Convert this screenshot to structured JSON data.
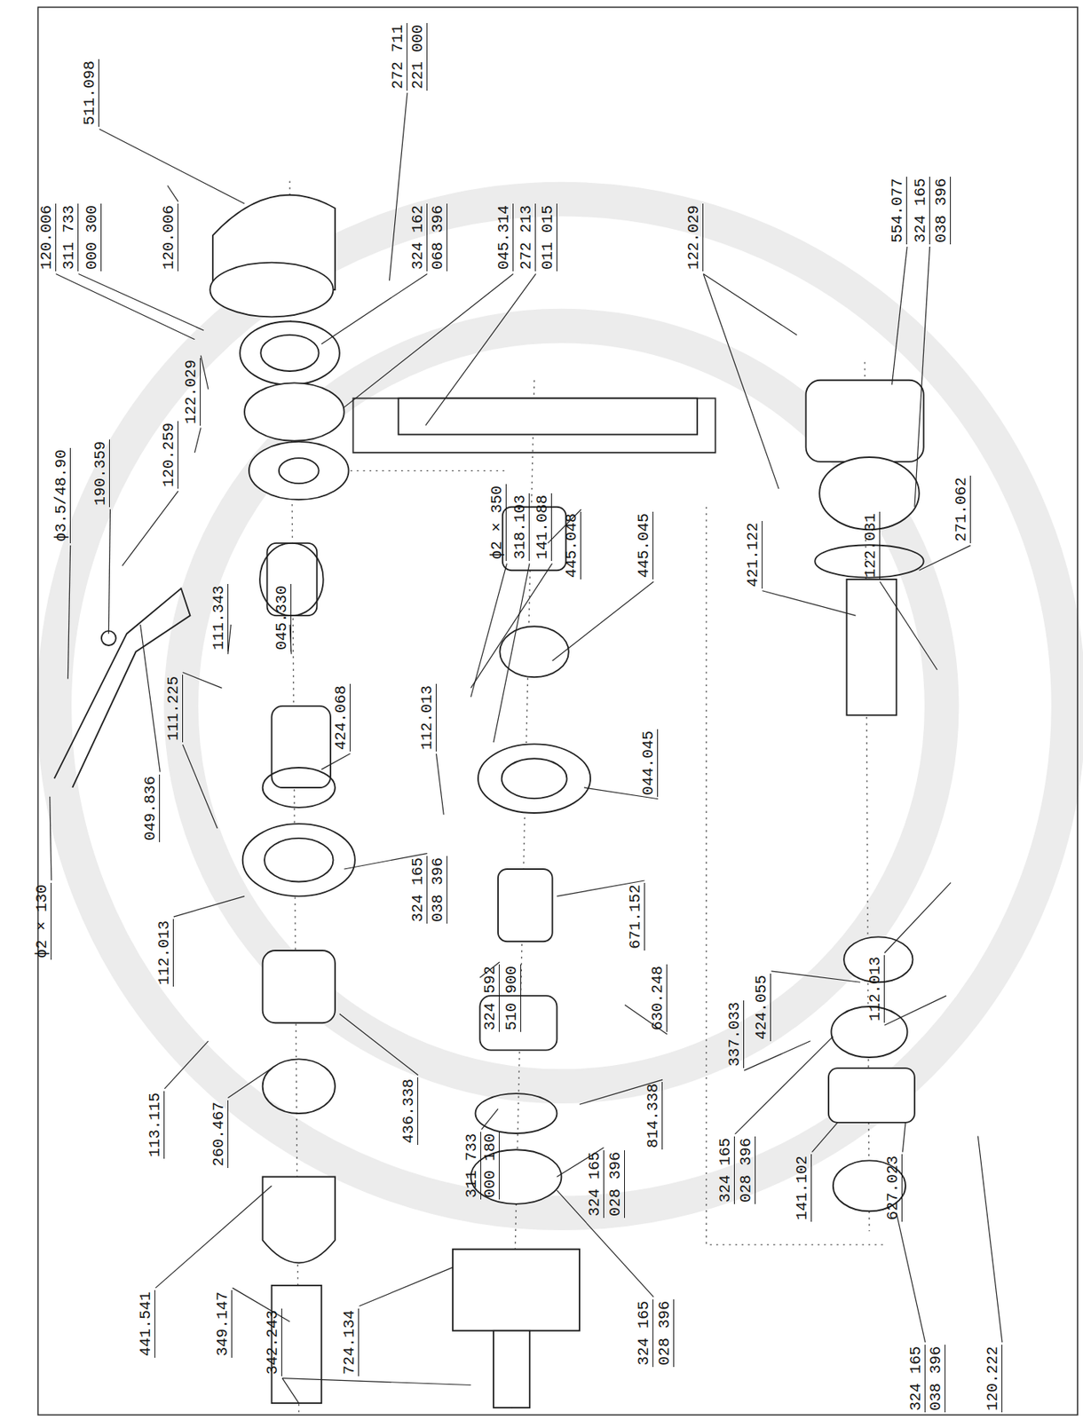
{
  "diagram": {
    "labels": [
      "511.098",
      "272 711",
      "221 000",
      "120.006",
      "311 733",
      "000 300",
      "120.006",
      "324 162",
      "068 396",
      "045.314",
      "272 213",
      "011 015",
      "122.029",
      "554.077",
      "324 165",
      "038 396",
      "ϕ3.5/48.90",
      "190.359",
      "120.259",
      "122.029",
      "111.343",
      "045.330",
      "ϕ2 × 350",
      "318.103",
      "141.088",
      "445.048",
      "445.045",
      "421.122",
      "122.031",
      "271.062",
      "049.836",
      "111.225",
      "424.068",
      "112.013",
      "044.045",
      "ϕ2 × 130",
      "324 165",
      "038 396",
      "112.013",
      "671.152",
      "324 592",
      "510 900",
      "630.248",
      "424.055",
      "337.033",
      "112.013",
      "113.115",
      "260.467",
      "436.338",
      "814.338",
      "311 733",
      "000 180",
      "324 165",
      "028 396",
      "324 165",
      "028 396",
      "141.102",
      "627.023",
      "441.541",
      "349.147",
      "342.243",
      "724.134",
      "324 165",
      "028 396",
      "324 165",
      "038 396",
      "120.222"
    ]
  }
}
